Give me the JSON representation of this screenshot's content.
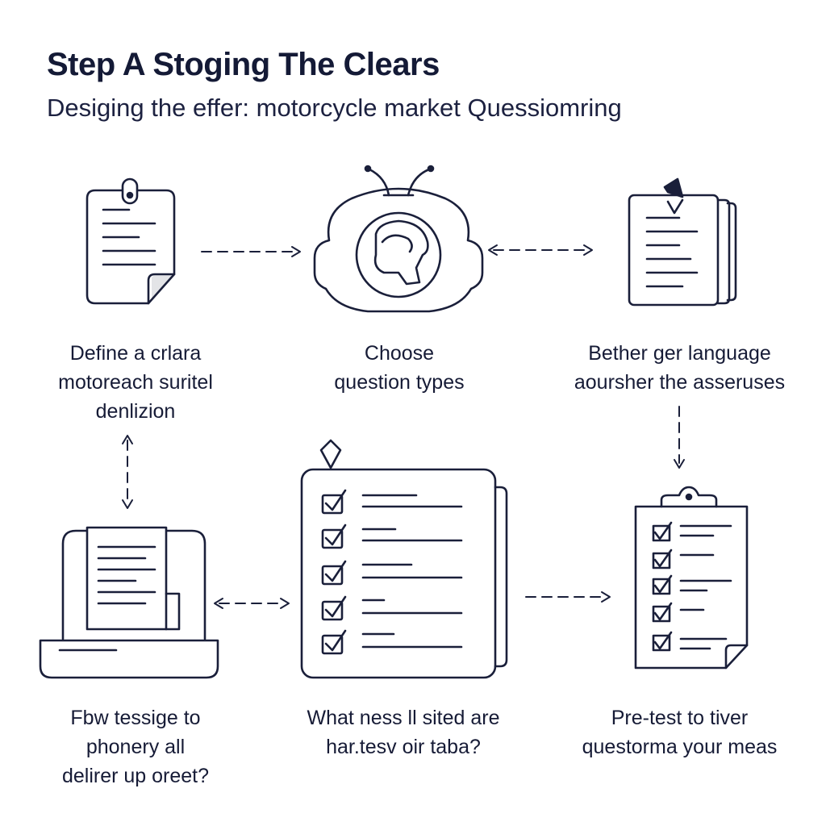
{
  "title": "Step A Stoging The Clears",
  "subtitle": "Desiging the effer: motorcycle market Quessiomring",
  "steps": [
    {
      "lines": [
        "Define a crlara",
        "motoreach suritel",
        "denlizion"
      ],
      "icon": "document-icon"
    },
    {
      "lines": [
        "Choose",
        "question types"
      ],
      "icon": "motorcycle-helmet-icon"
    },
    {
      "lines": [
        "Bether ger language",
        "aoursher the asseruses"
      ],
      "icon": "document-stack-icon"
    },
    {
      "lines": [
        "Fbw tessige to",
        "phonery all",
        "delirer up oreet?"
      ],
      "icon": "laptop-document-icon"
    },
    {
      "lines": [
        "What ness ll sited are",
        "har.tesv oir taba?"
      ],
      "icon": "checklist-icon"
    },
    {
      "lines": [
        "Pre-test to tiver",
        "questorma your meas"
      ],
      "icon": "clipboard-checklist-icon"
    }
  ],
  "colors": {
    "ink": "#1a1f3a",
    "background": "#ffffff"
  }
}
